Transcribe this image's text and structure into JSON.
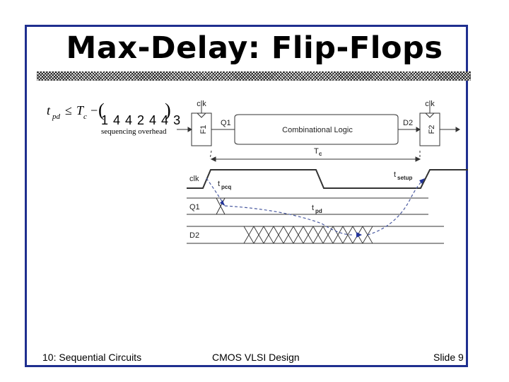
{
  "slide": {
    "title": "Max-Delay: Flip-Flops",
    "footer_left": "10: Sequential Circuits",
    "footer_center": "CMOS VLSI Design",
    "footer_right": "Slide 9"
  },
  "equation": {
    "lhs": "t",
    "lhs_sub": "pd",
    "relation": "≤",
    "tc": "T",
    "tc_sub": "c",
    "minus": "−",
    "open_paren": "(",
    "close_paren": ")",
    "terms": "1 4 4 2 4 4 3",
    "underbrace_label": "sequencing overhead"
  },
  "circuit": {
    "clk_left": "clk",
    "clk_right": "clk",
    "q1": "Q1",
    "d2": "D2",
    "ff1": "F1",
    "ff2": "F2",
    "logic": "Combinational Logic",
    "tc": "T",
    "tc_sub": "c"
  },
  "timing": {
    "clk": "clk",
    "q1": "Q1",
    "d2": "D2",
    "tpcq": "t",
    "tpcq_sub": "pcq",
    "tpd": "t",
    "tpd_sub": "pd",
    "tsetup": "t",
    "tsetup_sub": "setup"
  }
}
